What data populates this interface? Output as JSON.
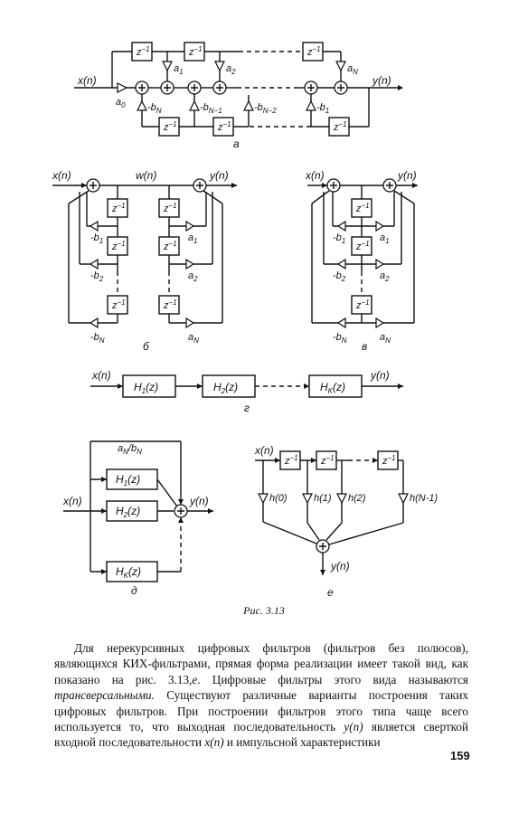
{
  "figure": {
    "caption": "Рис. 3.13",
    "panels": [
      "а",
      "б",
      "в",
      "г",
      "д",
      "е"
    ],
    "signals": {
      "x": "x(n)",
      "y": "y(n)",
      "w": "w(n)"
    },
    "delay": "z",
    "delay_exp": "−1",
    "coef": {
      "a0": "a",
      "a0_sub": "0",
      "a1": "a",
      "a1_sub": "1",
      "a2": "a",
      "a2_sub": "2",
      "aN": "a",
      "aN_sub": "N",
      "bN": "-b",
      "bN_sub": "N",
      "bN1": "-b",
      "bN1_sub": "N−1",
      "bN2": "-b",
      "bN2_sub": "N−2",
      "b1": "-b",
      "b1_sub": "1",
      "b2": "-b",
      "b2_sub": "2"
    },
    "blocks": {
      "H1": "H",
      "H1_sub": "1",
      "H2": "H",
      "H2_sub": "2",
      "HK": "H",
      "HK_sub": "K",
      "arg": "(z)",
      "ratio": "a",
      "ratio_sub1": "N",
      "ratio_mid": "/b",
      "ratio_sub2": "N"
    },
    "impulse": [
      "h(0)",
      "h(1)",
      "h(2)",
      "h(N-1)"
    ]
  },
  "text": {
    "p1_a": "Для нерекурсивных цифровых фильтров (фильтров без полюсов), являющихся КИХ-фильтрами, прямая форма реализации имеет такой вид, как показано на рис. 3.13,",
    "p1_ref": "е",
    "p1_b": ". Цифровые фильтры этого вида называются ",
    "p1_term": "трансверсальными.",
    "p1_c": " Существуют различные варианты построения таких цифровых фильтров. При построении фильтров этого типа чаще всего используется то, что выходная последовательность ",
    "p1_y": "y(n)",
    "p1_d": " является сверткой входной последовательности ",
    "p1_x": "x(n)",
    "p1_e": " и импульсной характеристики"
  },
  "page_number": "159"
}
